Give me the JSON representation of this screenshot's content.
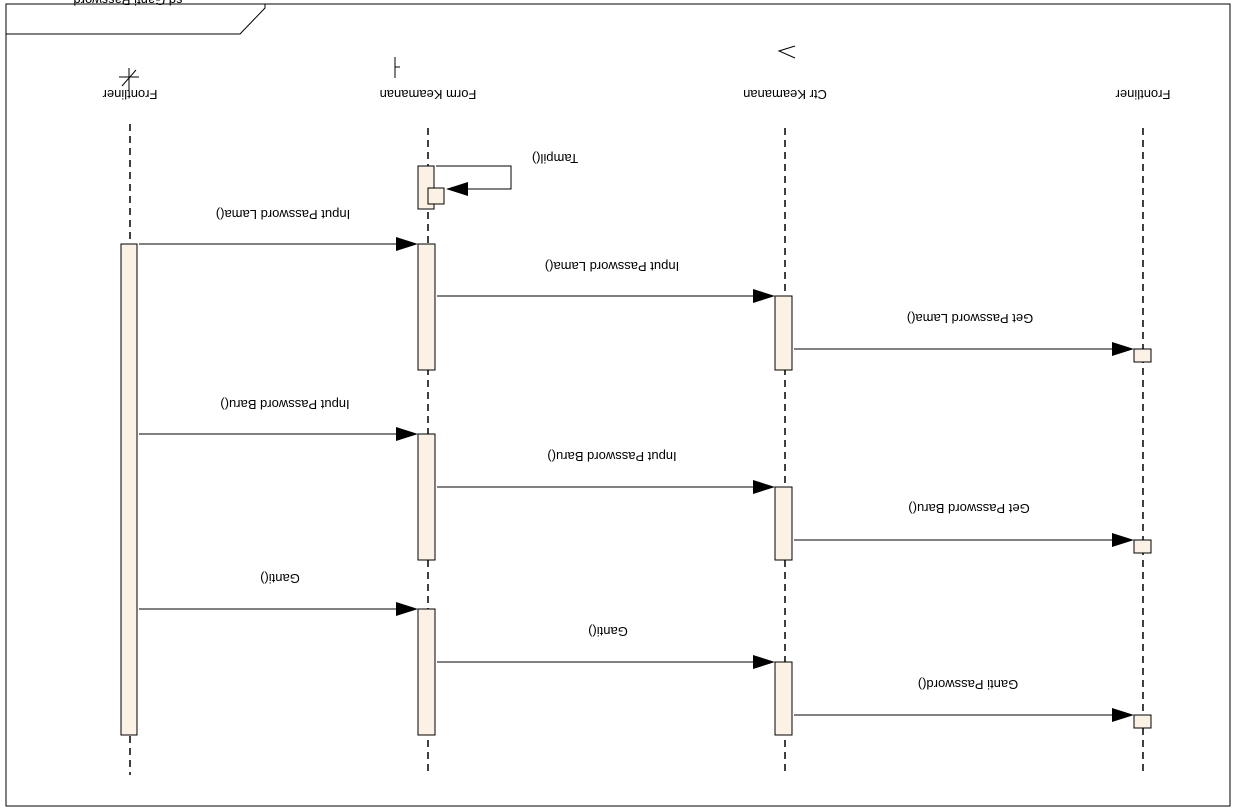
{
  "frame": {
    "title": "sd Ganti Password"
  },
  "participants": [
    {
      "id": "p1",
      "name": "Frontliner",
      "stereotype_glyph": "actor-icon"
    },
    {
      "id": "p2",
      "name": "Form Keamanan",
      "stereotype_glyph": "boundary-icon"
    },
    {
      "id": "p3",
      "name": "Ctr Keamanan",
      "stereotype_glyph": "control-icon"
    },
    {
      "id": "p4",
      "name": "Frontliner",
      "stereotype_glyph": "entity-icon"
    }
  ],
  "messages": [
    {
      "id": "m0",
      "label": "Tampil()",
      "from": "p2",
      "to": "p2",
      "self": true
    },
    {
      "id": "m1",
      "label": "Input Password Lama()",
      "from": "p1",
      "to": "p2"
    },
    {
      "id": "m2",
      "label": "Input Password Lama()",
      "from": "p2",
      "to": "p3"
    },
    {
      "id": "m3",
      "label": "Get Password Lama()",
      "from": "p3",
      "to": "p4"
    },
    {
      "id": "m4",
      "label": "Input Password Baru()",
      "from": "p1",
      "to": "p2"
    },
    {
      "id": "m5",
      "label": "Input Password Baru()",
      "from": "p2",
      "to": "p3"
    },
    {
      "id": "m6",
      "label": "Get Password Baru()",
      "from": "p3",
      "to": "p4"
    },
    {
      "id": "m7",
      "label": "Ganti()",
      "from": "p1",
      "to": "p2"
    },
    {
      "id": "m8",
      "label": "Ganti()",
      "from": "p2",
      "to": "p3"
    },
    {
      "id": "m9",
      "label": "Ganti Password()",
      "from": "p3",
      "to": "p4"
    }
  ],
  "colors": {
    "activation_fill": "#fbf1e4",
    "line": "#000000"
  }
}
